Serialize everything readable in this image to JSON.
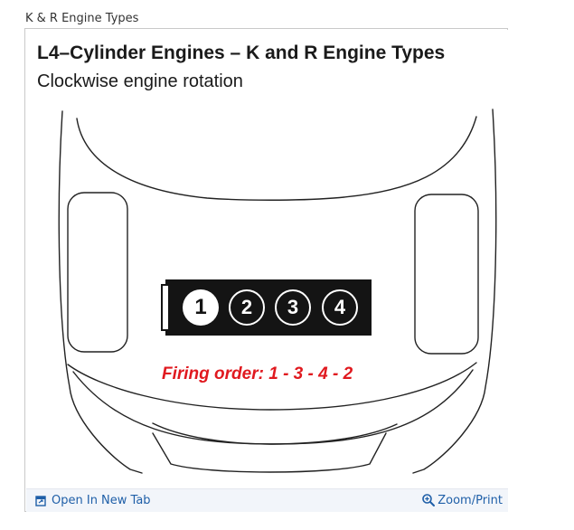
{
  "caption": "K & R Engine Types",
  "diagram": {
    "title": "L4–Cylinder Engines – K and R Engine Types",
    "subtitle": "Clockwise engine rotation",
    "cylinders": [
      "1",
      "2",
      "3",
      "4"
    ],
    "firing_order": "Firing order: 1 - 3 - 4 - 2",
    "firing_color": "#e0191f"
  },
  "footer": {
    "open_tab_label": "Open In New Tab",
    "open_tab_icon": "open-tab-icon",
    "zoom_label": "Zoom/Print",
    "zoom_icon": "zoom-in-icon",
    "link_color": "#1f5fa8"
  }
}
